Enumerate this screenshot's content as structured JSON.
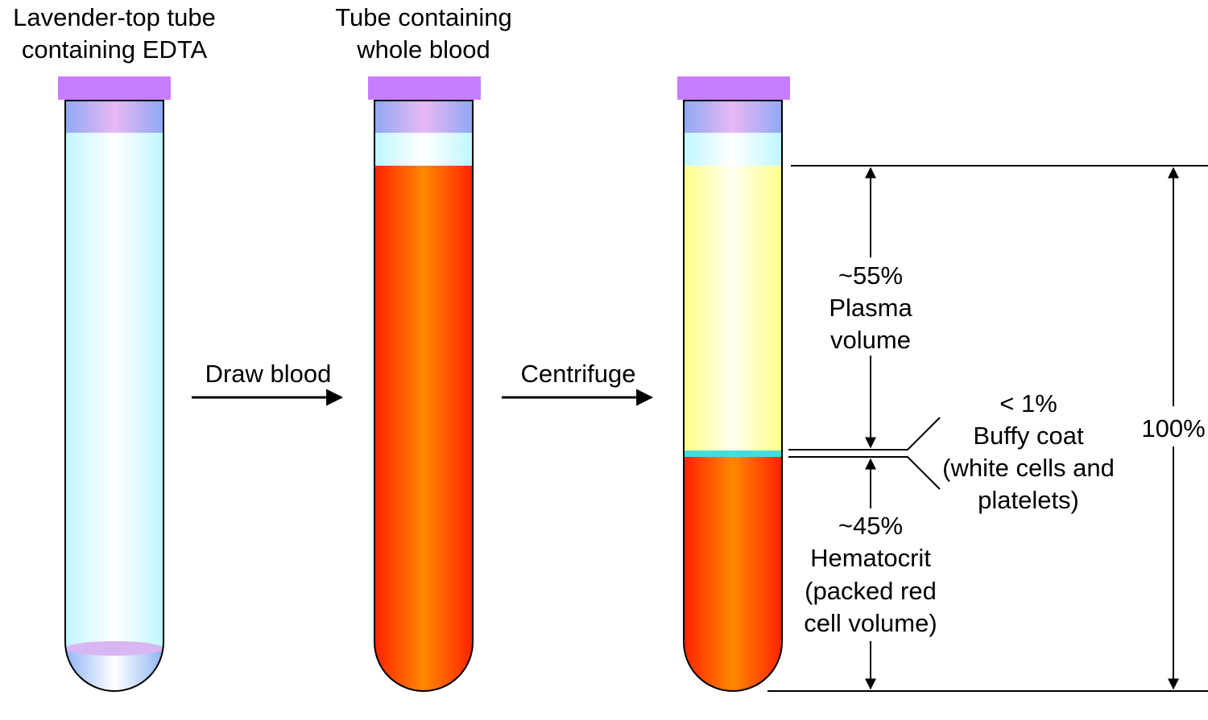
{
  "tubes": {
    "empty": {
      "label_line1": "Lavender-top tube",
      "label_line2": "containing EDTA"
    },
    "whole": {
      "label_line1": "Tube containing",
      "label_line2": "whole blood"
    }
  },
  "steps": {
    "draw": "Draw blood",
    "centrifuge": "Centrifuge"
  },
  "fractions": {
    "plasma": {
      "percent": "~55%",
      "line1": "Plasma",
      "line2": "volume"
    },
    "buffy": {
      "percent": "< 1%",
      "line1": "Buffy coat",
      "line2": "(white cells and",
      "line3": "platelets)"
    },
    "red": {
      "percent": "~45%",
      "line1": "Hematocrit",
      "line2": "(packed red",
      "line3": "cell volume)"
    },
    "total": "100%"
  },
  "colors": {
    "cap": "#c77dff",
    "glass": "#ccffff",
    "blood": "#ff3300",
    "plasma": "#ffff88",
    "buffy": "#44dddd"
  }
}
